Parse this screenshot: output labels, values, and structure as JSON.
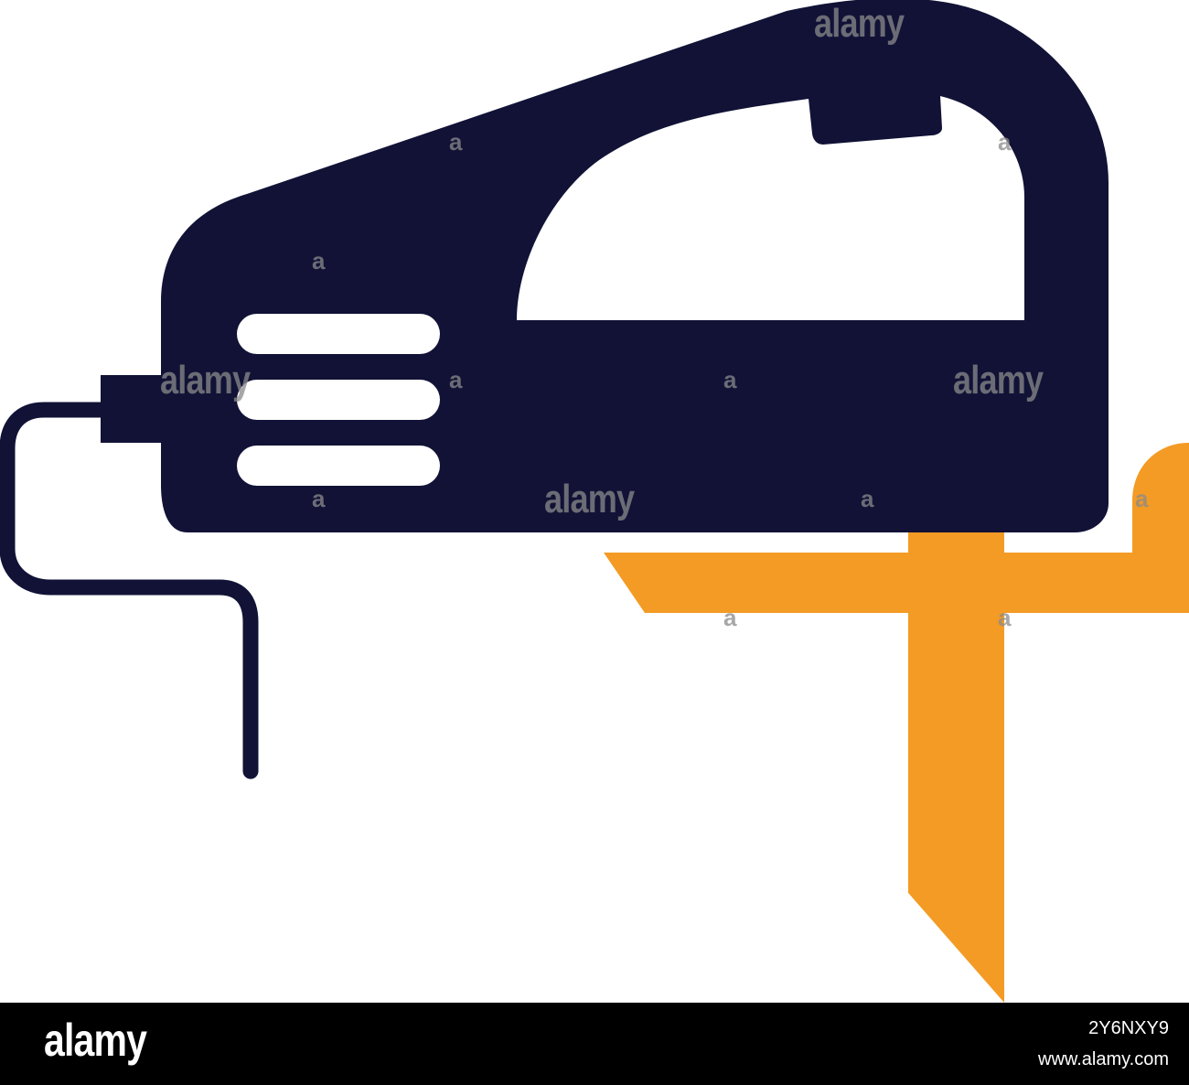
{
  "watermark": {
    "text": "alamy",
    "small_text": "a"
  },
  "footer": {
    "logo": "alamy",
    "image_id": "2Y6NXY9",
    "url": "www.alamy.com"
  },
  "colors": {
    "tool_body": "#111236",
    "blade": "#F39B25",
    "background": "#FFFFFF",
    "footer_bg": "#000000"
  },
  "illustration": {
    "subject": "jigsaw-icon"
  }
}
